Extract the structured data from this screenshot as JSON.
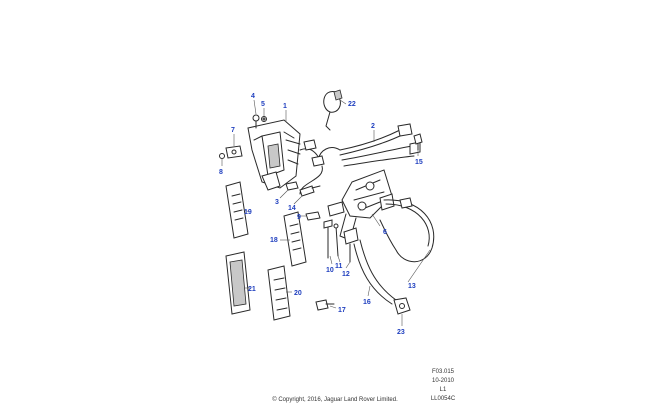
{
  "callouts": {
    "c1": "1",
    "c2": "2",
    "c4": "4",
    "c5": "5",
    "c6": "6",
    "c7": "7",
    "c8": "8",
    "c3": "3",
    "c9": "9",
    "c10": "10",
    "c11": "11",
    "c12": "12",
    "c13": "13",
    "c14": "14",
    "c15": "15",
    "c16": "16",
    "c17": "17",
    "c18": "18",
    "c19": "19",
    "c20": "20",
    "c21": "21",
    "c22": "22",
    "c23": "23"
  },
  "reference": {
    "line1": "F03.015",
    "line2": "10-2010",
    "line3": "L1",
    "line4": "LL0054C"
  },
  "copyright": "© Copyright, 2016, Jaguar Land Rover Limited."
}
